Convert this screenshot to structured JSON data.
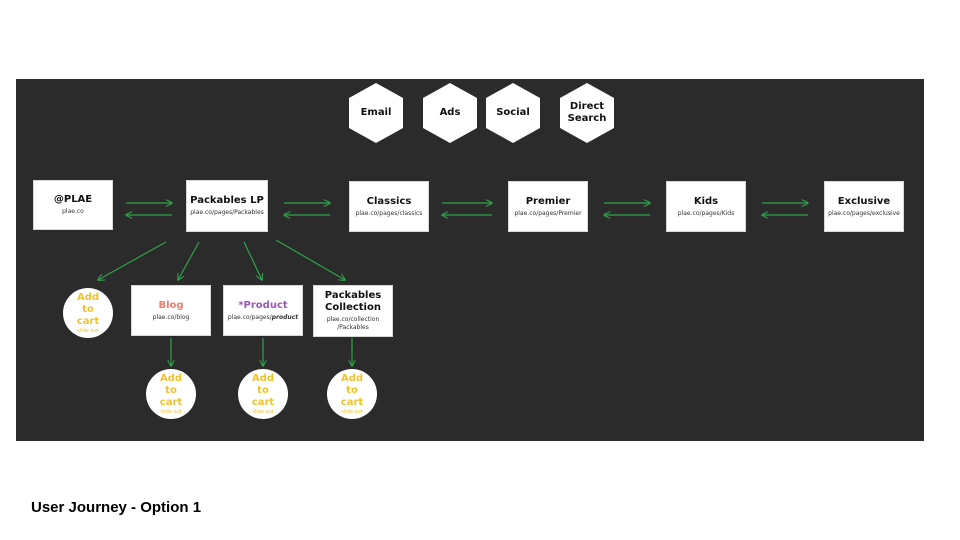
{
  "caption": "User Journey - Option 1",
  "colors": {
    "background": "#2b2b2b",
    "arrow": "#2fa34a",
    "cart_text": "#f2c12e",
    "blog": "#f27c6b",
    "product": "#9b59b6"
  },
  "sources": [
    "Email",
    "Ads",
    "Social",
    "Direct Search"
  ],
  "pages": {
    "plae": {
      "title": "@PLAE",
      "url": "plae.co"
    },
    "packables_lp": {
      "title": "Packables LP",
      "url": "plae.co/pages/Packables"
    },
    "classics": {
      "title": "Classics",
      "url": "plae.co/pages/classics"
    },
    "premier": {
      "title": "Premier",
      "url": "plae.co/pages/Premier"
    },
    "kids": {
      "title": "Kids",
      "url": "plae.co/pages/Kids"
    },
    "exclusive": {
      "title": "Exclusive",
      "url": "plae.co/pages/exclusive"
    }
  },
  "subpages": {
    "blog": {
      "title": "Blog",
      "url": "plae.co/blog"
    },
    "product": {
      "title": "*Product",
      "url_prefix": "plae.co/pages/",
      "url_emph": "product"
    },
    "collection": {
      "title": "Packables Collection",
      "url": "plae.co/collection /Packables"
    }
  },
  "cart": {
    "label": "Add to cart",
    "sub": "slide out"
  }
}
